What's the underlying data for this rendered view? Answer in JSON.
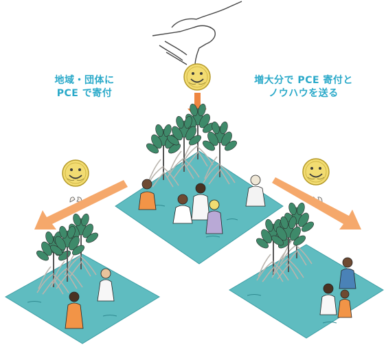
{
  "captions": {
    "left_line1": "地域・団体に",
    "left_line2": "PCE で寄付",
    "right_line1": "増大分で PCE 寄付と",
    "right_line2": "ノウハウを送る"
  },
  "colors": {
    "caption": "#2aa9c9",
    "water": "#5fbcc0",
    "water_dark": "#3f9ea5",
    "arrow": "#f5a86b",
    "arrow_dark": "#ee8640",
    "coin": "#f2dc72",
    "coin_edge": "#b59a2a",
    "leaf": "#3e8a6a",
    "leaf_dark": "#2f6e55",
    "root": "#c9c6c0",
    "shirt_orange": "#f29447",
    "shirt_blue": "#4a82b7",
    "shirt_lilac": "#b9a9d6",
    "shirt_white": "#f7f7f7",
    "skin_dark": "#6e4a32",
    "skin_light": "#e8c39c"
  },
  "icons": [
    "hand-icon",
    "smiley-coin-icon",
    "eggshell-icon",
    "mangrove-tree-icon",
    "person-icon"
  ]
}
